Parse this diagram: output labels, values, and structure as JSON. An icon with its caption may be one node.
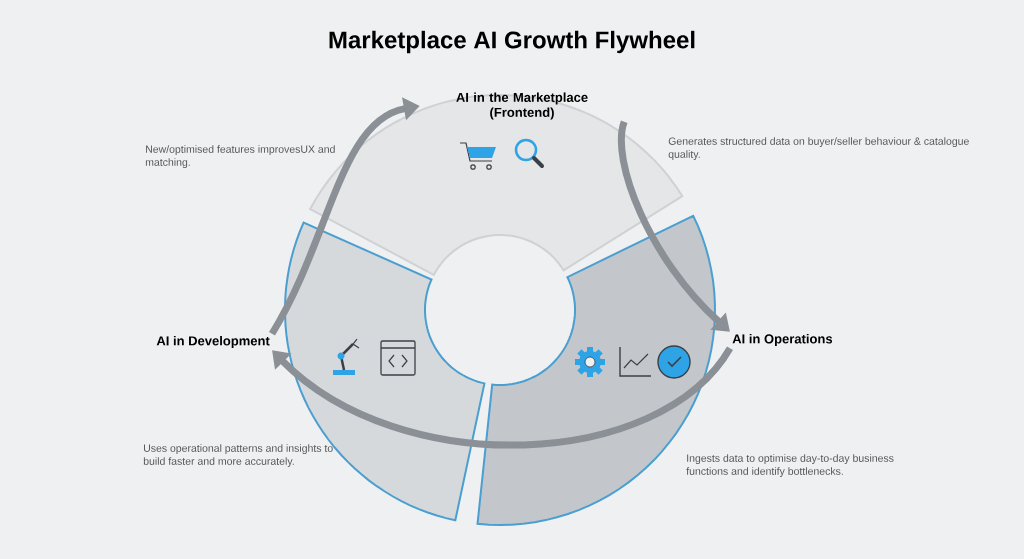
{
  "diagram": {
    "title": "Marketplace AI Growth Flywheel",
    "nodes": [
      {
        "text": [
          "AI in the Marketplace (Frontend)"
        ],
        "beside": [
          "New/optimised features improvesUX and matching.",
          "Generates structured data on buyer/seller behaviour & catalogue quality."
        ]
      },
      {
        "text": [
          "AI in Operations"
        ],
        "beside": [
          "Ingests data to optimise day-to-day business functions and identify bottlenecks."
        ]
      },
      {
        "text": [
          "AI in Development"
        ],
        "beside": [
          "Uses operational patterns and insights to build  faster and more accurately."
        ]
      }
    ],
    "edges": [
      {
        "from": 0,
        "to": 1,
        "arrow": "to"
      },
      {
        "from": 1,
        "to": 2,
        "arrow": "to"
      },
      {
        "from": 2,
        "to": 0,
        "arrow": "to"
      }
    ]
  }
}
